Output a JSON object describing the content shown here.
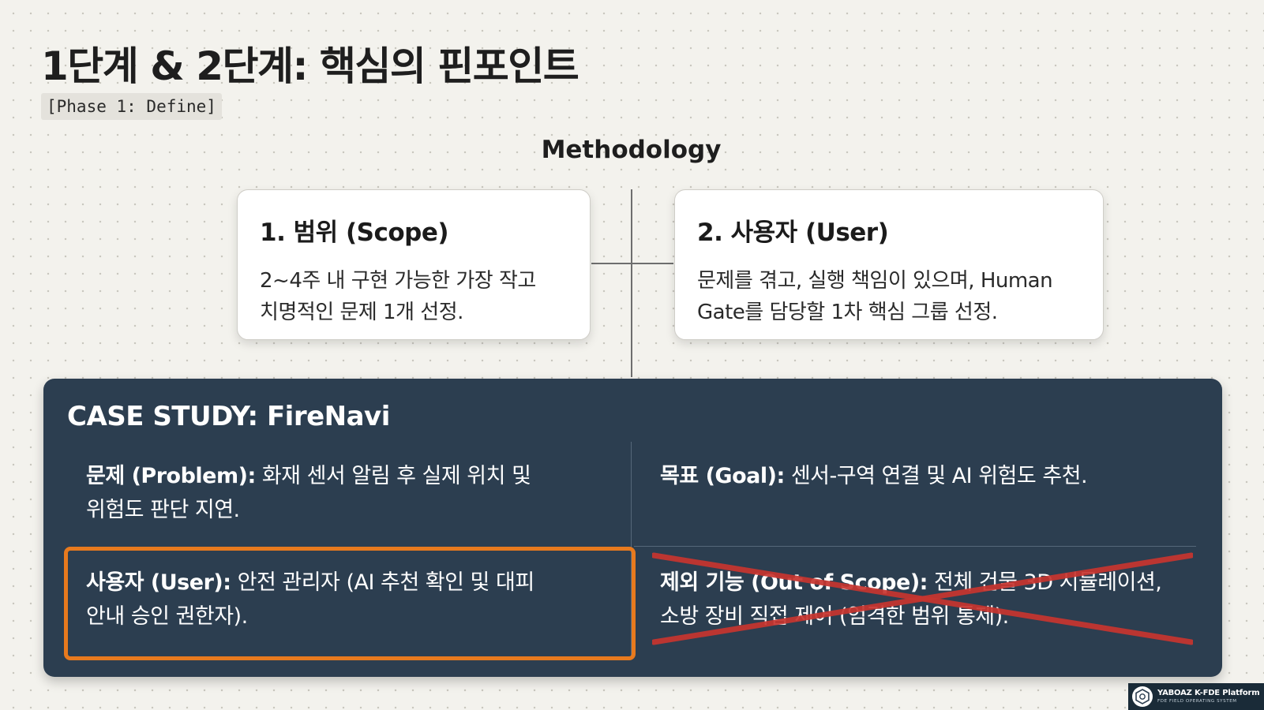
{
  "slide": {
    "title": "1단계 & 2단계: 핵심의 핀포인트",
    "phase_tag": "[Phase 1: Define]"
  },
  "methodology": {
    "title": "Methodology",
    "cards": [
      {
        "title": "1. 범위 (Scope)",
        "desc_lines": [
          "2~4주 내 구현 가능한 가장 작고",
          "치명적인 문제 1개 선정."
        ]
      },
      {
        "title": "2. 사용자 (User)",
        "desc_lines": [
          "문제를 겪고, 실행 책임이 있으며, Human",
          "Gate를 담당할 1차 핵심 그룹 선정."
        ]
      }
    ]
  },
  "case_study": {
    "title": "CASE STUDY: FireNavi",
    "items": {
      "problem": {
        "label": "문제 (Problem):",
        "text_lines": [
          " 화재 센서 알림 후 실제 위치 및",
          "위험도 판단 지연."
        ]
      },
      "goal": {
        "label": "목표 (Goal):",
        "text_lines": [
          " 센서-구역 연결 및 AI 위험도 추천."
        ]
      },
      "user": {
        "label": "사용자 (User):",
        "text_lines": [
          " 안전 관리자 (AI 추천 확인 및 대피",
          "안내 승인 권한자)."
        ],
        "highlighted": true
      },
      "out_of_scope": {
        "label": "제외 기능 (Out of Scope):",
        "text_lines": [
          " 전체 건물 3D 시뮬레이션,",
          "소방 장비 직접 제어 (엄격한 범위 통제)."
        ],
        "crossed_out": true
      }
    }
  },
  "branding": {
    "name": "YABOAZ K-FDE Platform",
    "tagline": "FDE FIELD OPERATING SYSTEM"
  },
  "colors": {
    "background": "#f3f2ed",
    "panel": "#2c3e50",
    "highlight": "#e87a1e",
    "cross": "#c8352f"
  }
}
